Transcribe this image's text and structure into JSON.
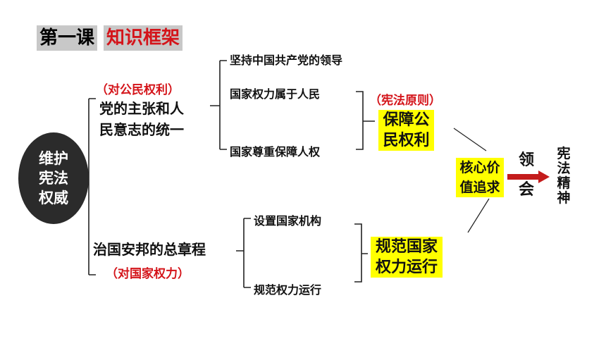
{
  "header": {
    "lesson": "第一课",
    "topic": "知识框架"
  },
  "root": {
    "lines": [
      "维护",
      "宪法",
      "权威"
    ]
  },
  "branch_top": {
    "note": "（对公民权利）",
    "lines": [
      "党的主张和人",
      "民意志的统一"
    ],
    "items": [
      "坚持中国共产党的领导",
      "国家权力属于人民",
      "国家尊重保障人权"
    ],
    "principle_note": "（宪法原则）",
    "result_lines": [
      "保障公",
      "民权利"
    ]
  },
  "branch_bottom": {
    "label": "治国安邦的总章程",
    "note": "（对国家权力）",
    "items": [
      "设置国家机构",
      "规范权力运行"
    ],
    "result_lines": [
      "规范国家",
      "权力运行"
    ]
  },
  "core": {
    "lines": [
      "核心价",
      "值追求"
    ]
  },
  "understand": {
    "lines": [
      "领",
      "会"
    ]
  },
  "spirit": {
    "chars": [
      "宪",
      "法",
      "精",
      "神"
    ]
  },
  "colors": {
    "accent_red": "#d4141a",
    "highlight": "#ffff00",
    "oval": "#2b2b2b",
    "title_bg": "#c8c8c8"
  }
}
